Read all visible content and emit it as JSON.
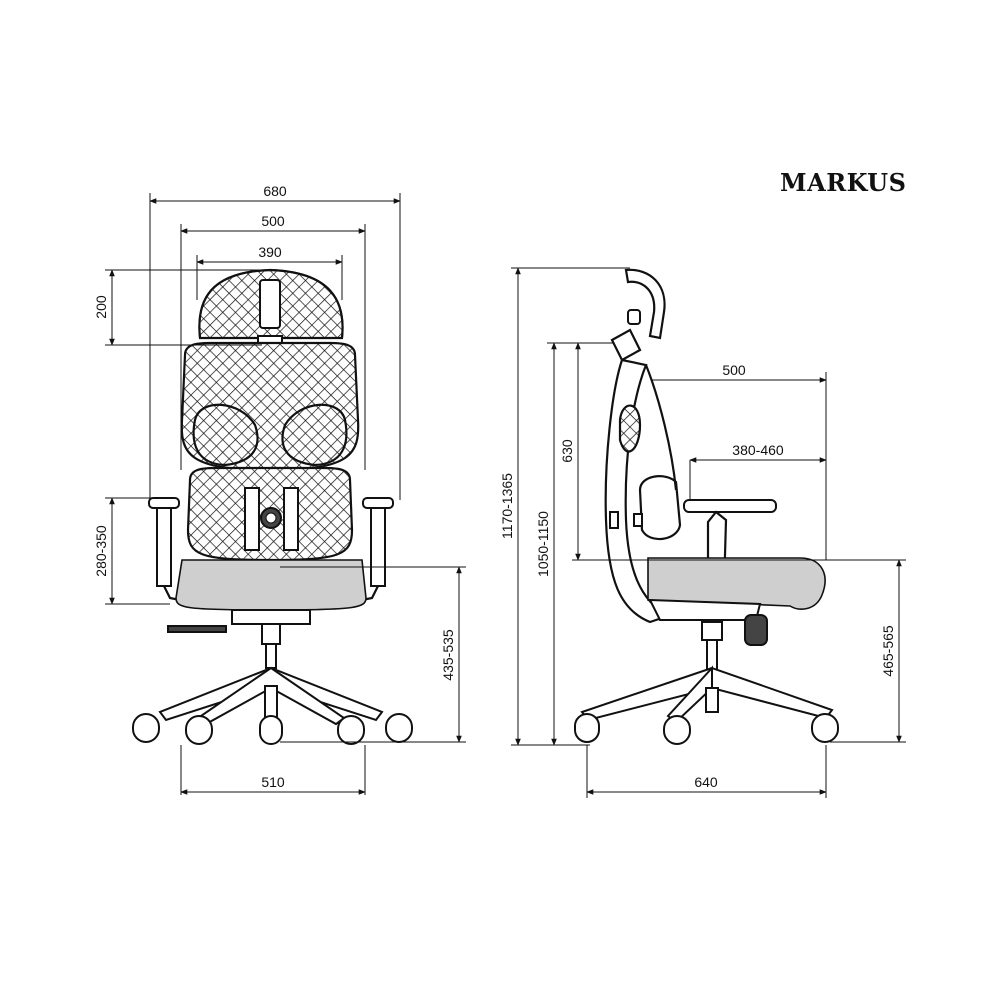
{
  "title": "MARKUS",
  "front_view": {
    "overall_width": "680",
    "back_width": "500",
    "headrest_width": "390",
    "headrest_height": "200",
    "armrest_height": "280-350",
    "seat_height": "435-535",
    "base_width": "510"
  },
  "side_view": {
    "total_height": "1170-1365",
    "height_without_headrest": "1050-1150",
    "backrest_height": "630",
    "seat_depth_total": "500",
    "seat_depth": "380-460",
    "seat_height": "465-565",
    "base_depth": "640"
  }
}
